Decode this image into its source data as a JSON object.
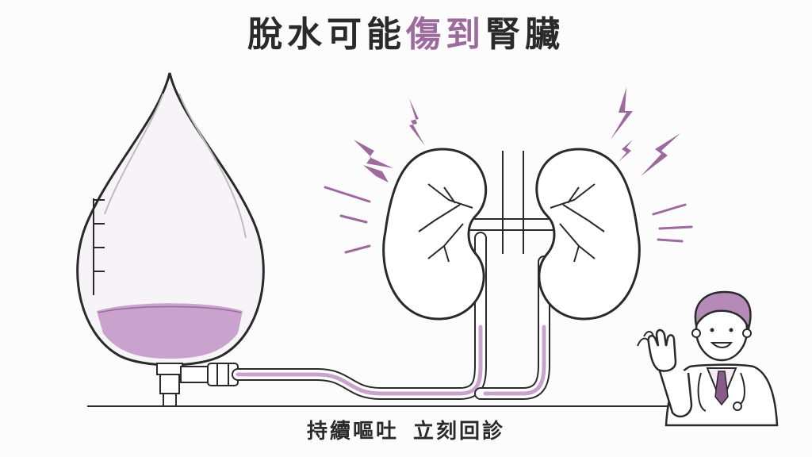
{
  "title": {
    "part1": "脫水可能",
    "part2": "傷到",
    "part3": "腎臟"
  },
  "caption": {
    "part1": "持續嘔吐",
    "part2": "立刻回診"
  },
  "colors": {
    "ink": "#2a2a2a",
    "accent": "#9c6a9c",
    "fluid": "#c9a3cd",
    "fluid_light": "#e7d3ea",
    "hair": "#b58ab8"
  },
  "icons": {
    "iv_bag": "iv-drip-bag-icon",
    "kidneys": "kidneys-icon",
    "doctor": "waving-doctor-icon",
    "pain": "lightning-bolt-icon"
  }
}
